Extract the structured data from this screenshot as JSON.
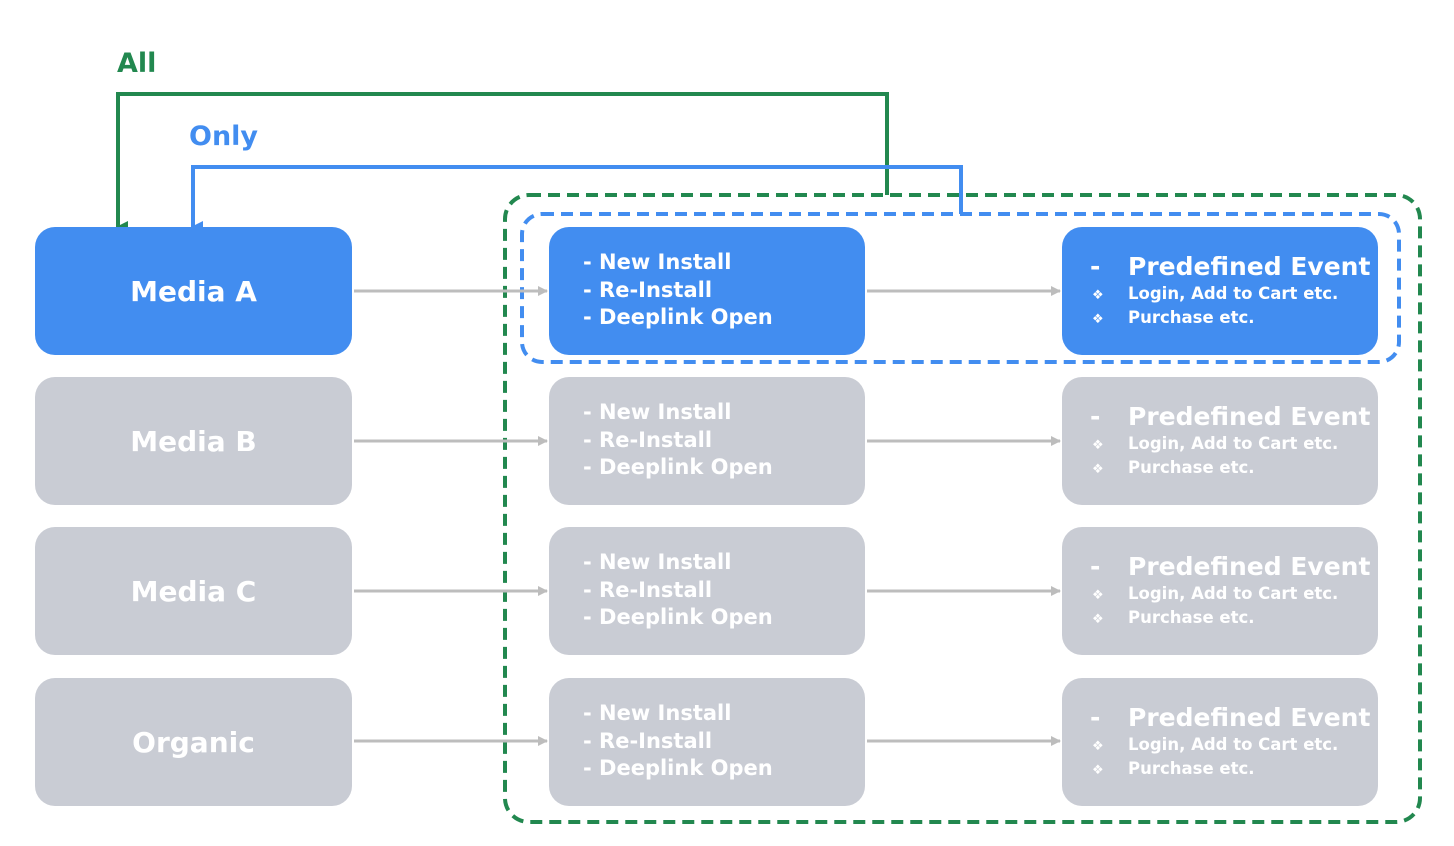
{
  "labels": {
    "all": "All",
    "only": "Only"
  },
  "rows": [
    {
      "media": "Media A",
      "events": [
        "- New Install",
        "- Re-Install",
        "- Deeplink Open"
      ],
      "predefined": {
        "dash": "-",
        "title": "Predefined Event",
        "items": [
          "Login, Add to Cart etc.",
          "Purchase etc."
        ]
      }
    },
    {
      "media": "Media B",
      "events": [
        "- New Install",
        "- Re-Install",
        "- Deeplink Open"
      ],
      "predefined": {
        "dash": "-",
        "title": "Predefined Event",
        "items": [
          "Login, Add to Cart etc.",
          "Purchase etc."
        ]
      }
    },
    {
      "media": "Media C",
      "events": [
        "- New Install",
        "- Re-Install",
        "- Deeplink Open"
      ],
      "predefined": {
        "dash": "-",
        "title": "Predefined Event",
        "items": [
          "Login, Add to Cart etc.",
          "Purchase etc."
        ]
      }
    },
    {
      "media": "Organic",
      "events": [
        "- New Install",
        "- Re-Install",
        "- Deeplink Open"
      ],
      "predefined": {
        "dash": "-",
        "title": "Predefined Event",
        "items": [
          "Login, Add to Cart etc.",
          "Purchase etc."
        ]
      }
    }
  ],
  "bullet_glyph": "❖",
  "colors": {
    "active": "#428df0",
    "inactive": "#c9ccd4",
    "all_green": "#22884f",
    "arrow_gray": "#bdbdbd"
  }
}
